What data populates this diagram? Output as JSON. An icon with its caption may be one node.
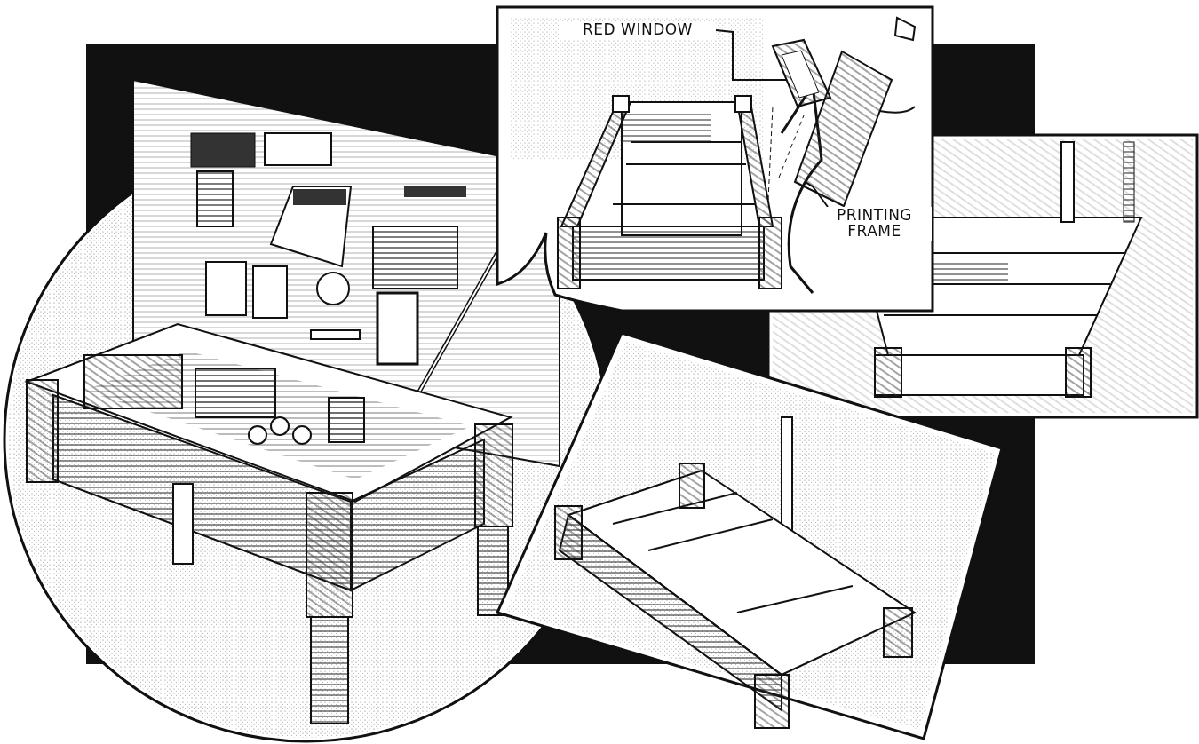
{
  "diagram": {
    "nodes": [
      {
        "text": [
          "RED WINDOW"
        ]
      },
      {
        "text": [],
        "shape": "picture"
      },
      {
        "text": [
          "PRINTING FRAME"
        ]
      },
      {
        "text": [],
        "shape": "picture"
      }
    ],
    "edges": [
      {
        "from": 0,
        "to": 1,
        "arrow": "none"
      },
      {
        "from": 2,
        "to": 3,
        "arrow": "none"
      }
    ]
  }
}
